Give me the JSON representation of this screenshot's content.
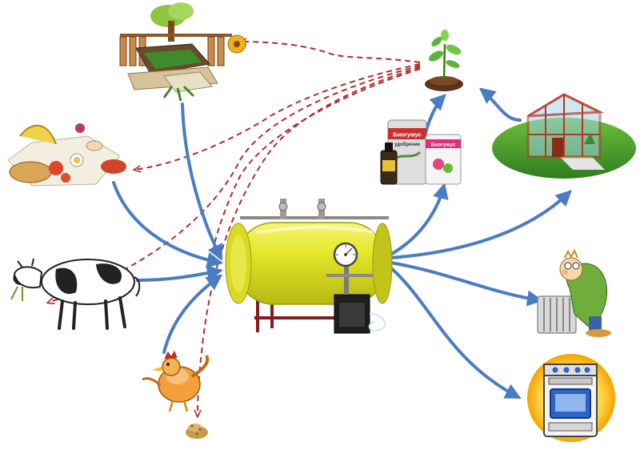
{
  "products": {
    "bag1_brand": "Биогумус",
    "bag1_sub": "удобрение",
    "bag2_brand": "Биогумус"
  },
  "colors": {
    "blue_arrow": "#4a7cc4",
    "red_dashed": "#b22b2b",
    "tank_yellow": "#e6e82a",
    "tank_shade": "#c4c41a",
    "stove_blue": "#2b63c9",
    "ring_yellow": "#f5b400"
  },
  "icons": [
    "garden-compost-icon",
    "sprout-icon",
    "food-scraps-icon",
    "cow-icon",
    "chicken-icon",
    "grain-pile-icon",
    "fertilizer-bags-icon",
    "greenhouse-icon",
    "man-radiator-icon",
    "gas-stove-icon",
    "biogas-tank-icon",
    "pressure-gauge-icon"
  ]
}
